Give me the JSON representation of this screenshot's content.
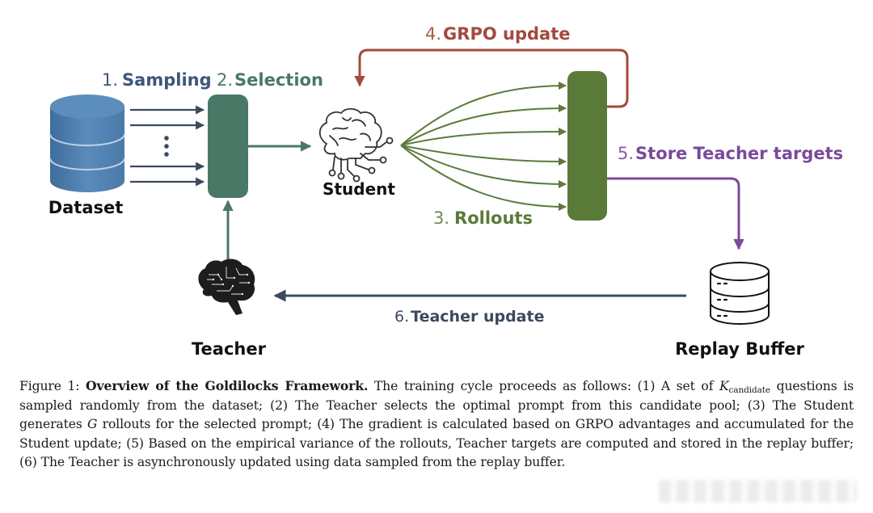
{
  "figure": {
    "title": "Goldilocks Framework overview diagram",
    "colors": {
      "dataset_blue": "#4f7fae",
      "selection_green": "#4a7867",
      "rollout_green": "#5a7a3a",
      "grpo_red": "#a24a3e",
      "store_purple": "#7a4a9a",
      "teacher_navy": "#3b4a5e",
      "text_dark": "#111111"
    },
    "nodes": {
      "dataset": {
        "label": "Dataset"
      },
      "student": {
        "label": "Student"
      },
      "teacher": {
        "label": "Teacher"
      },
      "replay_buffer": {
        "label": "Replay Buffer"
      }
    },
    "steps": [
      {
        "num": "1.",
        "label": "Sampling"
      },
      {
        "num": "2.",
        "label": "Selection"
      },
      {
        "num": "3.",
        "label": "Rollouts"
      },
      {
        "num": "4.",
        "label": "GRPO update"
      },
      {
        "num": "5.",
        "label": "Store Teacher targets"
      },
      {
        "num": "6.",
        "label": "Teacher update"
      }
    ],
    "ellipsis": "⋮"
  },
  "caption": {
    "prefix": "Figure 1: ",
    "title": "Overview of the Goldilocks Framework.",
    "t1": " The training cycle proceeds as follows: (1) A set of ",
    "k_symbol": "K",
    "k_sub": "candidate",
    "t2": " questions is sampled randomly from the dataset; (2) The Teacher selects the optimal prompt from this candidate pool; (3) The Student generates ",
    "g_symbol": "G",
    "t3": " rollouts for the selected prompt; (4) The gradient is calculated based on GRPO advantages and accumulated for the Student update; (5) Based on the empirical variance of the rollouts, Teacher targets are computed and stored in the replay buffer; (6) The Teacher is asynchronously updated using data sampled from the replay buffer."
  }
}
